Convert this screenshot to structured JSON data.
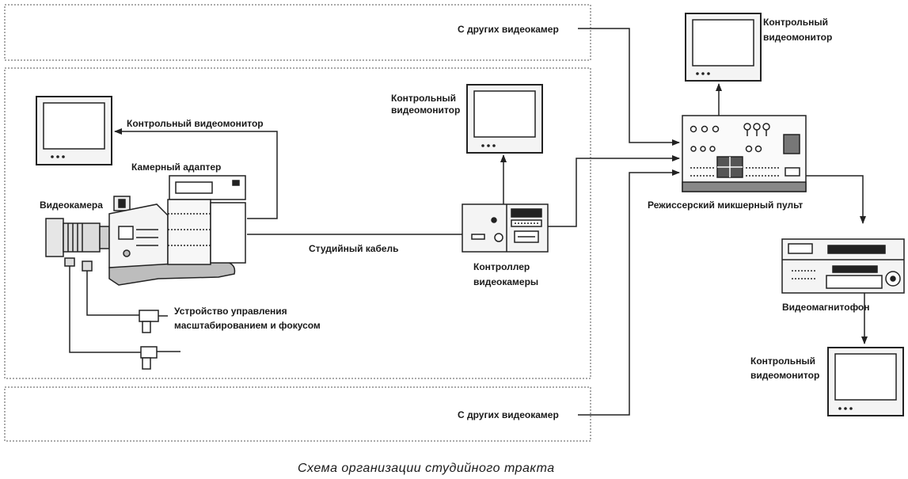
{
  "labels": {
    "from_other_cameras_top": "С других видеокамер",
    "from_other_cameras_bottom": "С других видеокамер",
    "monitor_camera_l1": "Контрольный видеомонитор",
    "camera_adapter": "Камерный адаптер",
    "camcorder": "Видеокамера",
    "studio_cable": "Студийный кабель",
    "monitor_ccu_l1": "Контрольный",
    "monitor_ccu_l2": "видеомонитор",
    "ccu_l1": "Контроллер",
    "ccu_l2": "видеокамеры",
    "zoom_focus_l1": "Устройство управления",
    "zoom_focus_l2": "масштабированием и фокусом",
    "monitor_mixer_l1": "Контрольный",
    "monitor_mixer_l2": "видеомонитор",
    "mixer": "Режиссерский микшерный пульт",
    "vcr": "Видеомагнитофон",
    "monitor_vcr_l1": "Контрольный",
    "monitor_vcr_l2": "видеомонитор"
  },
  "caption": "Схема организации студийного тракта"
}
